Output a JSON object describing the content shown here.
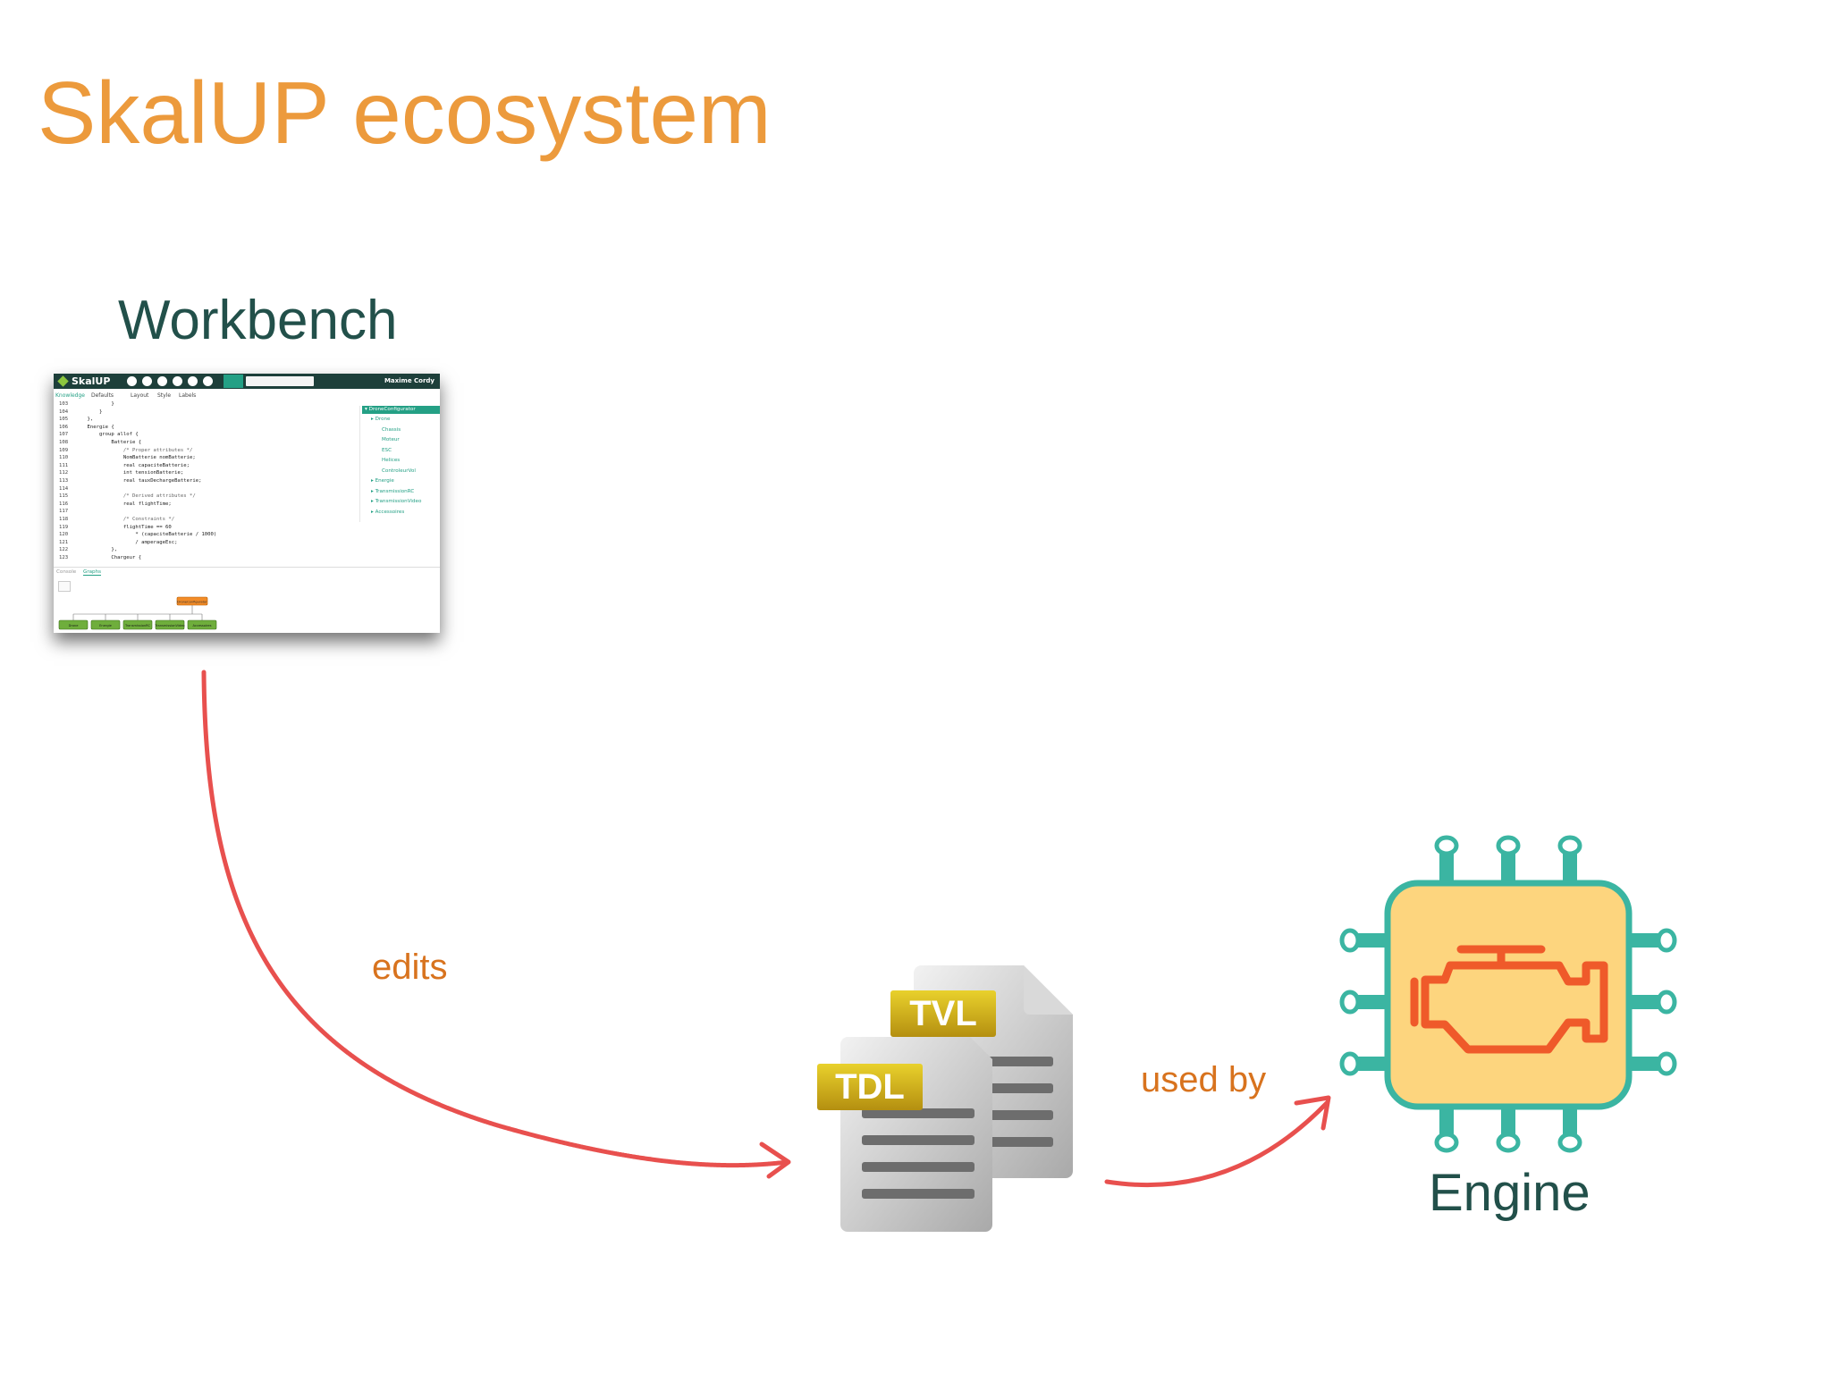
{
  "slide": {
    "title": "SkalUP ecosystem",
    "accent_color": "#ec9a3c",
    "label_color": "#22504a",
    "arrow_color": "#e8504e"
  },
  "nodes": {
    "workbench_label": "Workbench",
    "engine_label": "Engine",
    "tdl_label": "TDL",
    "tvl_label": "TVL"
  },
  "edges": {
    "edits": "edits",
    "used_by": "used by"
  },
  "workbench": {
    "app_name": "SkalUP",
    "user": "Maxime Cordy",
    "toolbar_icons": [
      "undo-icon",
      "redo-icon",
      "save-icon",
      "refresh-icon",
      "sync-icon",
      "play-icon"
    ],
    "tabs": [
      "Knowledge",
      "Defaults",
      "Layout",
      "Style",
      "Labels"
    ],
    "line_numbers": [
      "103",
      "104",
      "105",
      "106",
      "107",
      "108",
      "109",
      "110",
      "111",
      "112",
      "113",
      "114",
      "115",
      "116",
      "117",
      "118",
      "119",
      "120",
      "121",
      "122",
      "123"
    ],
    "code_lines": [
      "            }",
      "        }",
      "    },",
      "    Energie {",
      "        group allof {",
      "            Batterie {",
      "                /* Proper attributes */",
      "                NomBatterie nomBatterie;",
      "                real capaciteBatterie;",
      "                int tensionBatterie;",
      "                real tauxDechargeBatterie;",
      "",
      "                /* Derived attributes */",
      "                real flightTime;",
      "",
      "                /* Constraints */",
      "                flightTime == 60",
      "                    * (capaciteBatterie / 1000)",
      "                    / amperageEsc;",
      "            },",
      "            Chargeur {"
    ],
    "tree_root": "DroneConfigurator",
    "tree_items": [
      "Drone",
      "Chassis",
      "Moteur",
      "ESC",
      "Helices",
      "ControleurVol",
      "Energie",
      "TransmissionRC",
      "TransmissionVideo",
      "Accessoires"
    ],
    "bottom_tabs": [
      "Console",
      "Graphs"
    ],
    "graph_root": "DroneConfigurator",
    "graph_children": [
      "Drone",
      "Energie",
      "TransmissionRC",
      "TransmissionVideo",
      "Accessoires"
    ]
  }
}
